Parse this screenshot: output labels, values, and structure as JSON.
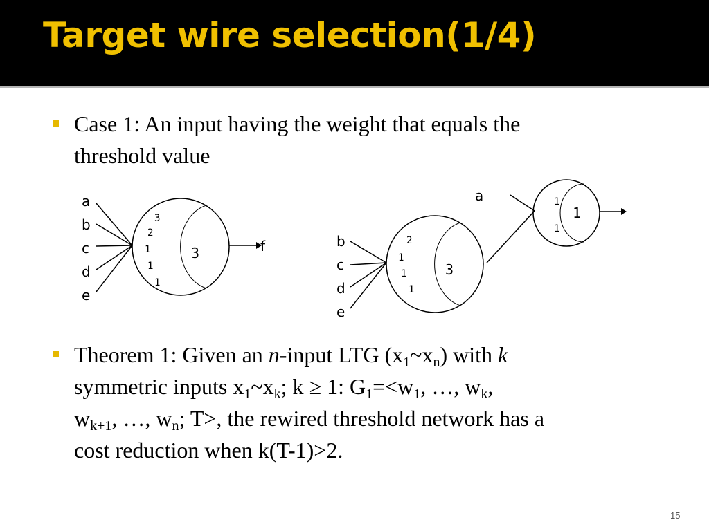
{
  "title": "Target wire selection(1/4)",
  "case1": {
    "line1": "Case 1: An input having the weight that equals the",
    "line2": "threshold value"
  },
  "diagram_left": {
    "inputs": [
      "a",
      "b",
      "c",
      "d",
      "e"
    ],
    "weights": [
      "3",
      "2",
      "1",
      "1",
      "1"
    ],
    "threshold": "3",
    "output": "f"
  },
  "diagram_right": {
    "top_input": "a",
    "inputs": [
      "b",
      "c",
      "d",
      "e"
    ],
    "big_weights": [
      "2",
      "1",
      "1",
      "1"
    ],
    "big_threshold": "3",
    "small_weights": [
      "1",
      "1"
    ],
    "small_threshold": "1"
  },
  "theorem": {
    "l1_a": "Theorem 1: Given an ",
    "l1_n": "n",
    "l1_b": "-input LTG (x",
    "l1_sub1": "1",
    "l1_c": "~x",
    "l1_subn": "n",
    "l1_d": ") with ",
    "l1_k": "k",
    "l2_a": "symmetric inputs x",
    "l2_sub1": "1",
    "l2_b": "~x",
    "l2_subk": "k",
    "l2_c": "; k ≥ 1: G",
    "l2_subG": "1",
    "l2_d": "=<w",
    "l2_subw1": "1",
    "l2_e": ", …, w",
    "l2_subwk": "k",
    "l2_f": ",",
    "l3_a": "w",
    "l3_subk1": "k+1",
    "l3_b": ", …, w",
    "l3_subn": "n",
    "l3_c": "; T>, the rewired threshold network has a",
    "l4": "cost reduction when k(T-1)>2."
  },
  "page_number": "15",
  "colors": {
    "title": "#f0c000",
    "bullet": "#e6b800",
    "title_bg": "#000000"
  }
}
